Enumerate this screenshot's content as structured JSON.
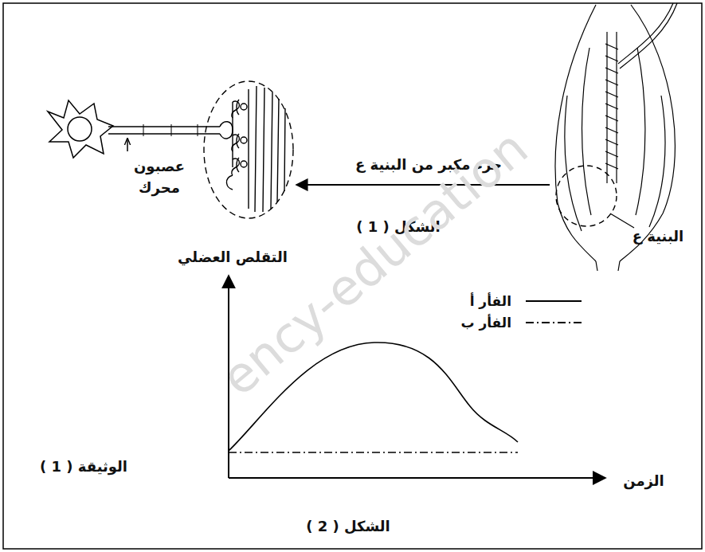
{
  "diagram": {
    "labels": [
      "جزء مكبر من البنية ع",
      "عصبون محرك",
      "الشكل ( 1 )",
      "البنية ع",
      "التقلص العضلي",
      "الزمن",
      "الوثيقة ( 1 )",
      "الشكل ( 2 )",
      "ency-education"
    ],
    "legend": [
      {
        "text": "الفأر أ"
      },
      {
        "text": "الفأر ب"
      }
    ]
  }
}
